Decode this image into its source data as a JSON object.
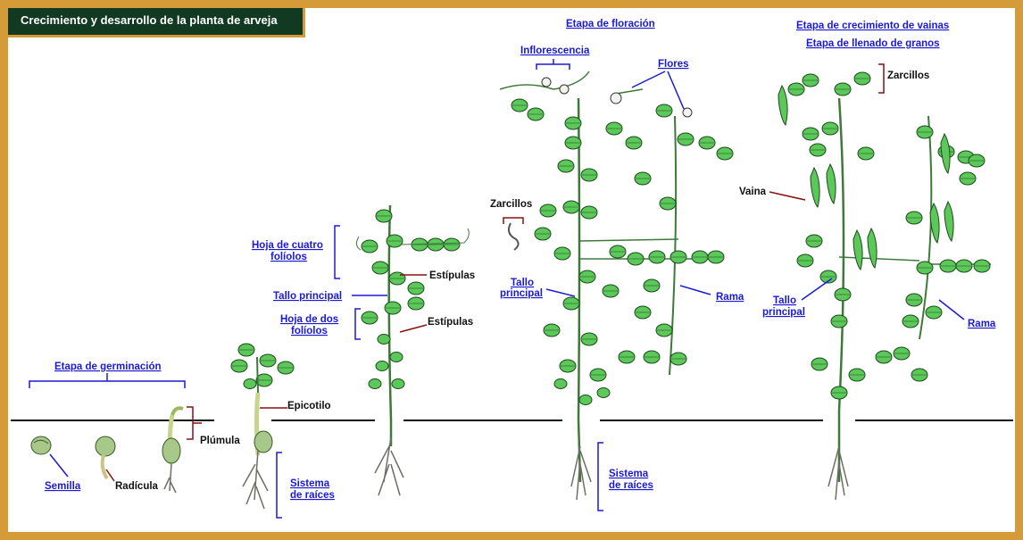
{
  "title": "Crecimiento y desarrollo de la planta de arveja",
  "colors": {
    "frame": "#d49b38",
    "title_bg": "#123a22",
    "link_blue": "#1a1ad6",
    "leaf_green": "#5cc85a",
    "callout_red": "#8a1010",
    "root_gray": "#6e6e64"
  },
  "stage_labels": {
    "germinacion": "Etapa de germinación",
    "floracion": "Etapa de floración",
    "crecimiento_vainas": "Etapa de crecimiento de vainas",
    "llenado_granos": "Etapa de llenado de granos"
  },
  "labels": {
    "semilla": "Semilla",
    "radicula": "Radícula",
    "plumula": "Plúmula",
    "epicotilo": "Epicotilo",
    "sistema_raices_1a": "Sistema",
    "sistema_raices_1b": "de raíces",
    "hoja_cuatro_a": "Hoja de cuatro",
    "hoja_cuatro_b": "folíolos",
    "estipulas_1": "Estípulas",
    "tallo_principal_1": "Tallo principal",
    "hoja_dos_a": "Hoja de dos",
    "hoja_dos_b": "folíolos",
    "estipulas_2": "Estípulas",
    "inflorescencia": "Inflorescencia",
    "flores": "Flores",
    "zarcillos_1": "Zarcillos",
    "tallo_principal_2a": "Tallo",
    "tallo_principal_2b": "principal",
    "rama_1": "Rama",
    "sistema_raices_2a": "Sistema",
    "sistema_raices_2b": "de raíces",
    "zarcillos_2": "Zarcillos",
    "vaina": "Vaina",
    "tallo_principal_3a": "Tallo",
    "tallo_principal_3b": "principal",
    "rama_2": "Rama"
  }
}
